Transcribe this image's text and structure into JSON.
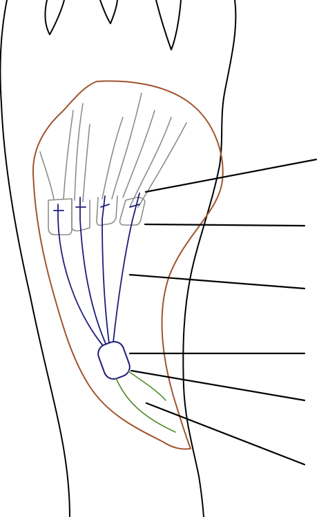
{
  "diagram": {
    "colors": {
      "background": "#ffffff",
      "outline": "#000000",
      "muscle_boundary": "#a0522d",
      "tendon_grey": "#8c8c8c",
      "nerve_blue": "#1c1c7a",
      "branch_green": "#4f8a2b",
      "pointer_arrow": "#000000"
    },
    "structures": [
      {
        "name": "hand-and-forearm-outline",
        "color": "outline"
      },
      {
        "name": "muscle-region-boundary",
        "color": "muscle_boundary"
      },
      {
        "name": "digital-tendons",
        "color": "tendon_grey"
      },
      {
        "name": "tendon-insertion-boxes",
        "color": "tendon_grey"
      },
      {
        "name": "blue-branching-lines",
        "color": "nerve_blue"
      },
      {
        "name": "central-oval-node",
        "color": "nerve_blue"
      },
      {
        "name": "green-proximal-lines",
        "color": "branch_green"
      }
    ],
    "pointer_arrows": [
      {
        "name": "pointer-arrow-1",
        "color": "pointer_arrow"
      },
      {
        "name": "pointer-arrow-2",
        "color": "pointer_arrow"
      },
      {
        "name": "pointer-arrow-3",
        "color": "pointer_arrow"
      },
      {
        "name": "pointer-arrow-4",
        "color": "pointer_arrow"
      },
      {
        "name": "pointer-arrow-5",
        "color": "pointer_arrow"
      },
      {
        "name": "pointer-arrow-6",
        "color": "pointer_arrow"
      }
    ]
  }
}
